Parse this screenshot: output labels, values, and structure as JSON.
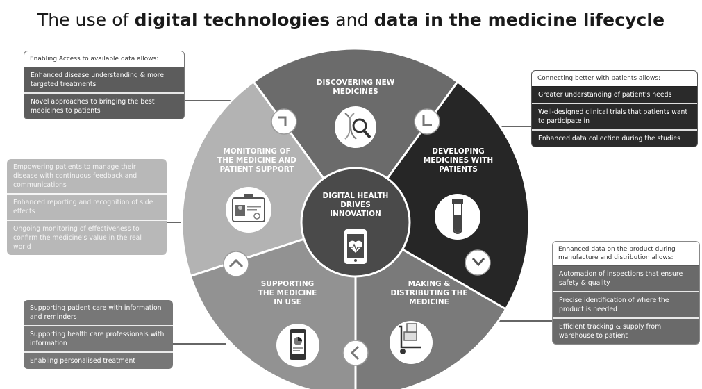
{
  "title": {
    "pre": "The use of ",
    "bold1": "digital technologies",
    "mid": " and ",
    "bold2": "data in the medicine lifecycle"
  },
  "center": {
    "lines": [
      "DIGITAL HEALTH",
      "DRIVES",
      "INNOVATION"
    ],
    "icon": "smartphone-heart-icon"
  },
  "segments": {
    "discovering": {
      "lines": [
        "DISCOVERING NEW",
        "MEDICINES"
      ],
      "icon": "dna-magnifier-icon"
    },
    "developing": {
      "lines": [
        "DEVELOPING",
        "MEDICINES WITH",
        "PATIENTS"
      ],
      "icon": "test-tube-icon"
    },
    "making": {
      "lines": [
        "MAKING &",
        "DISTRIBUTING THE",
        "MEDICINE"
      ],
      "icon": "delivery-trolley-icon"
    },
    "supporting": {
      "lines": [
        "SUPPORTING",
        "THE MEDICINE",
        "IN USE"
      ],
      "icon": "phone-chart-icon"
    },
    "monitoring": {
      "lines": [
        "MONITORING OF",
        "THE MEDICINE AND",
        "PATIENT SUPPORT"
      ],
      "icon": "id-card-icon"
    }
  },
  "boxes": {
    "top_left": {
      "header": "Enabling Access to available data allows:",
      "items": [
        "Enhanced disease understanding & more targeted treatments",
        "Novel approaches to bringing the best medicines to patients"
      ]
    },
    "top_right": {
      "header": "Connecting better with patients allows:",
      "items": [
        "Greater understanding of patient's needs",
        "Well-designed clinical trials that patients want to participate in",
        "Enhanced data collection during the studies"
      ]
    },
    "mid_left": {
      "items": [
        "Empowering patients to manage their disease with continuous feedback and communications",
        "Enhanced reporting and recognition of side effects",
        "Ongoing monitoring of effectiveness to confirm the medicine's value in the real world"
      ]
    },
    "bottom_right": {
      "header": "Enhanced data on the product during manufacture and distribution allows:",
      "items": [
        "Automation of inspections that ensure safety & quality",
        "Precise identification of where the product is needed",
        "Efficient tracking & supply from warehouse to patient"
      ]
    },
    "bottom_left": {
      "items": [
        "Supporting patient care with information and reminders",
        "Supporting health care professionals with information",
        "Enabling personalised treatment"
      ]
    }
  },
  "colors": {
    "discovering": "#6b6b6b",
    "developing": "#262626",
    "making": "#7a7a7a",
    "supporting": "#929292",
    "monitoring": "#b3b3b3",
    "center": "#4a4a4a"
  }
}
